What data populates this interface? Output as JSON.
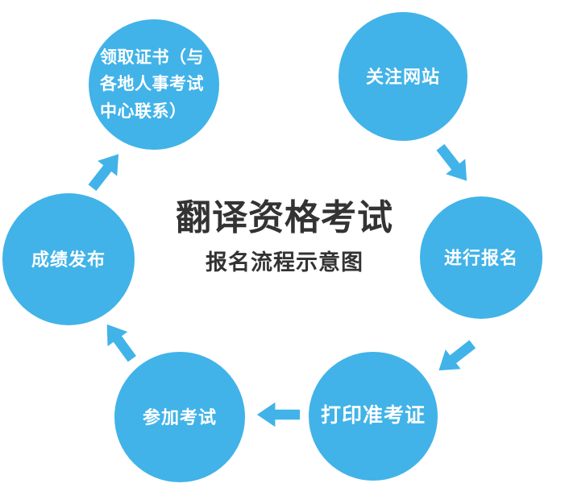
{
  "diagram": {
    "title": "翻译资格考试",
    "subtitle": "报名流程示意图",
    "accent_color": "#41B3E8",
    "title_color": "#333333",
    "circle_text_color": "#ffffff",
    "steps": [
      {
        "id": "follow-website",
        "label": "关注网站"
      },
      {
        "id": "register",
        "label": "进行报名"
      },
      {
        "id": "print-ticket",
        "label": "打印准考证"
      },
      {
        "id": "attend-exam",
        "label": "参加考试"
      },
      {
        "id": "results-release",
        "label": "成绩发布"
      },
      {
        "id": "receive-certificate",
        "label": "领取证书（与各地人事考试中心联系）"
      }
    ],
    "arrows": [
      {
        "from": "关注网站",
        "to": "进行报名",
        "direction": "down-right"
      },
      {
        "from": "进行报名",
        "to": "打印准考证",
        "direction": "down-left"
      },
      {
        "from": "打印准考证",
        "to": "参加考试",
        "direction": "left"
      },
      {
        "from": "参加考试",
        "to": "成绩发布",
        "direction": "up-left"
      },
      {
        "from": "成绩发布",
        "to": "领取证书（与各地人事考试中心联系）",
        "direction": "up-right"
      }
    ]
  }
}
